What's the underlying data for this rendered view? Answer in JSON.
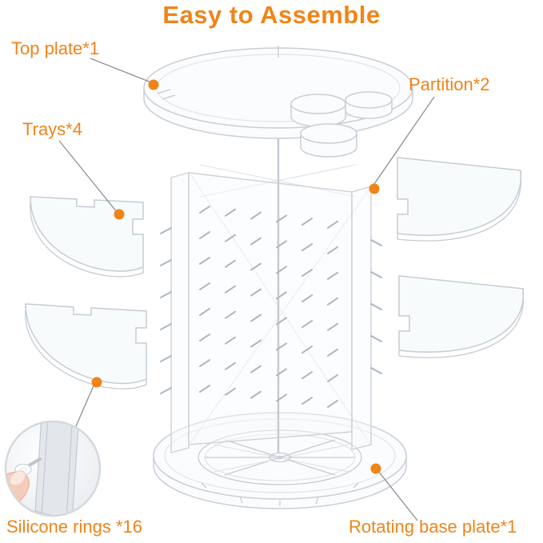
{
  "page": {
    "title": "Easy to Assemble"
  },
  "labels": {
    "top_plate": "Top plate*1",
    "trays": "Trays*4",
    "partition": "Partition*2",
    "silicone_rings": "Silicone rings *16",
    "rotating_base": "Rotating base plate*1"
  },
  "colors": {
    "accent": "#F08418",
    "leader": "#8f8f8f",
    "sketch": "#c9cfd6"
  }
}
